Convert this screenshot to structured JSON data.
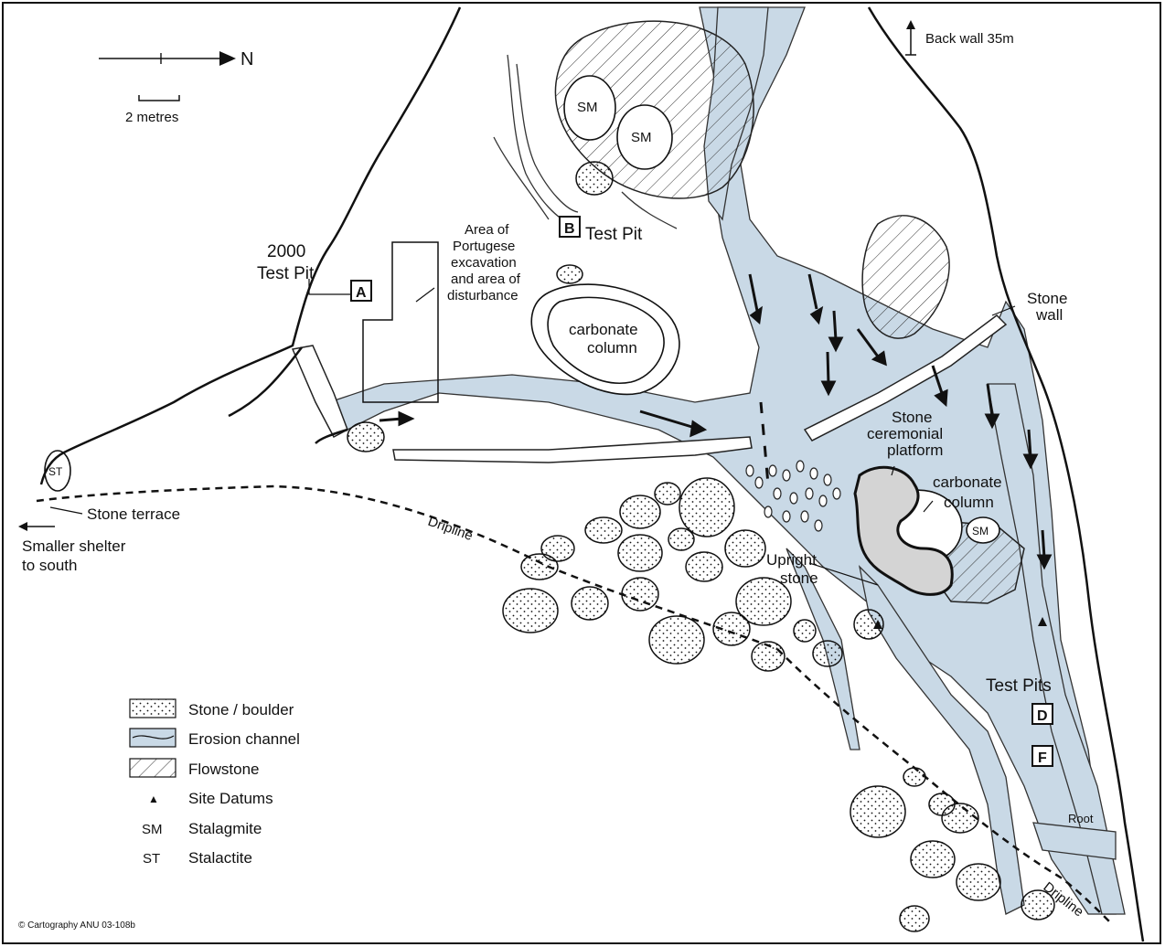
{
  "north_arrow": {
    "label": "N"
  },
  "scale": {
    "label": "2 metres"
  },
  "back_wall": {
    "label": "Back wall 35m"
  },
  "labels": {
    "test_pit_2000_line1": "2000",
    "test_pit_2000_line2": "Test Pit",
    "pit_a": "A",
    "pit_b": "B",
    "test_pit_b": "Test Pit",
    "portugese_1": "Area of",
    "portugese_2": "Portugese",
    "portugese_3": "excavation",
    "portugese_4": "and area of",
    "portugese_5": "disturbance",
    "carbonate_column_1a": "carbonate",
    "carbonate_column_1b": "column",
    "carbonate_column_2a": "carbonate",
    "carbonate_column_2b": "column",
    "sm_1": "SM",
    "sm_2": "SM",
    "sm_3": "SM",
    "st_1": "ST",
    "stone_wall_1": "Stone",
    "stone_wall_2": "wall",
    "platform_1": "Stone",
    "platform_2": "ceremonial",
    "platform_3": "platform",
    "upright_1": "Upright",
    "upright_2": "stone",
    "stone_terrace": "Stone terrace",
    "shelter_1": "Smaller shelter",
    "shelter_2": "to south",
    "dripline_1": "Dripline",
    "dripline_2": "Dripline",
    "test_pits": "Test Pits",
    "pit_d": "D",
    "pit_f": "F",
    "root": "Root"
  },
  "legend": {
    "stone": "Stone / boulder",
    "erosion": "Erosion channel",
    "flowstone": "Flowstone",
    "datum_symbol": "▲",
    "datum": "Site Datums",
    "sm_abbr": "SM",
    "sm": "Stalagmite",
    "st_abbr": "ST",
    "st": "Stalactite"
  },
  "credit": "© Cartography ANU 03-108b",
  "colors": {
    "channel": "#c9d9e6",
    "ink": "#111111",
    "paper": "#ffffff"
  }
}
